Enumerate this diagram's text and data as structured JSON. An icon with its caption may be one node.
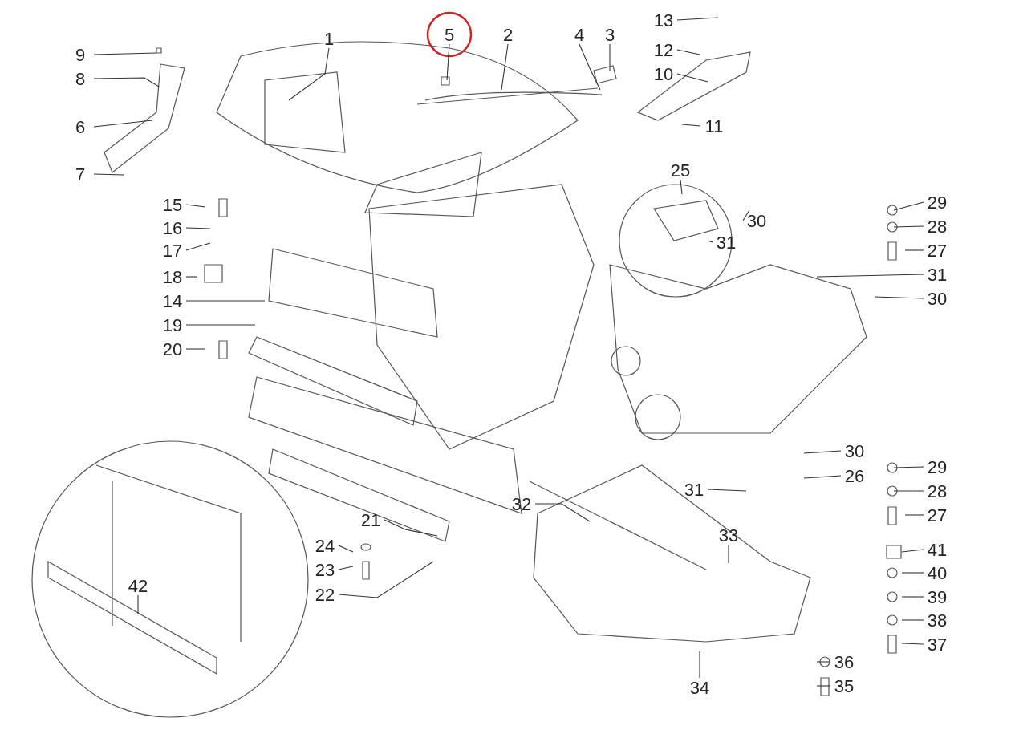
{
  "diagram": {
    "nodes": [
      {
        "text": [
          "1"
        ]
      },
      {
        "text": [
          "5"
        ]
      },
      {
        "text": [
          "2"
        ]
      },
      {
        "text": [
          "4"
        ]
      },
      {
        "text": [
          "3"
        ]
      },
      {
        "text": [
          "13"
        ]
      },
      {
        "text": [
          "9"
        ]
      },
      {
        "text": [
          "12"
        ]
      },
      {
        "text": [
          "8"
        ]
      },
      {
        "text": [
          "10"
        ]
      },
      {
        "text": [
          "6"
        ]
      },
      {
        "text": [
          "11"
        ]
      },
      {
        "text": [
          "7"
        ]
      },
      {
        "text": [
          "25"
        ]
      },
      {
        "text": [
          "15"
        ]
      },
      {
        "text": [
          "29"
        ]
      },
      {
        "text": [
          "30"
        ]
      },
      {
        "text": [
          "16"
        ]
      },
      {
        "text": [
          "28"
        ]
      },
      {
        "text": [
          "17"
        ]
      },
      {
        "text": [
          "27"
        ]
      },
      {
        "text": [
          "31"
        ]
      },
      {
        "text": [
          "18"
        ]
      },
      {
        "text": [
          "31"
        ]
      },
      {
        "text": [
          "14"
        ]
      },
      {
        "text": [
          "30"
        ]
      },
      {
        "text": [
          "19"
        ]
      },
      {
        "text": [
          "20"
        ]
      },
      {
        "text": [
          "30"
        ]
      },
      {
        "text": [
          "29"
        ]
      },
      {
        "text": [
          "26"
        ]
      },
      {
        "text": [
          "31"
        ]
      },
      {
        "text": [
          "28"
        ]
      },
      {
        "text": [
          "32"
        ]
      },
      {
        "text": [
          "27"
        ]
      },
      {
        "text": [
          "21"
        ]
      },
      {
        "text": [
          "33"
        ]
      },
      {
        "text": [
          "24"
        ]
      },
      {
        "text": [
          "41"
        ]
      },
      {
        "text": [
          "23"
        ]
      },
      {
        "text": [
          "40"
        ]
      },
      {
        "text": [
          "42"
        ]
      },
      {
        "text": [
          "22"
        ]
      },
      {
        "text": [
          "39"
        ]
      },
      {
        "text": [
          "38"
        ]
      },
      {
        "text": [
          "37"
        ]
      },
      {
        "text": [
          "36"
        ]
      },
      {
        "text": [
          "34"
        ]
      },
      {
        "text": [
          "35"
        ]
      }
    ],
    "edges": [
      {
        "from": 0,
        "to": null,
        "arrow": "none"
      },
      {
        "from": 1,
        "to": null,
        "arrow": "none"
      },
      {
        "from": 2,
        "to": null,
        "arrow": "none"
      },
      {
        "from": 3,
        "to": null,
        "arrow": "none"
      },
      {
        "from": 4,
        "to": null,
        "arrow": "none"
      },
      {
        "from": 5,
        "to": null,
        "arrow": "none"
      },
      {
        "from": 6,
        "to": null,
        "arrow": "none"
      },
      {
        "from": 7,
        "to": null,
        "arrow": "none"
      },
      {
        "from": 8,
        "to": null,
        "arrow": "none"
      },
      {
        "from": 9,
        "to": null,
        "arrow": "none"
      },
      {
        "from": 10,
        "to": null,
        "arrow": "none"
      },
      {
        "from": 11,
        "to": null,
        "arrow": "none"
      },
      {
        "from": 12,
        "to": null,
        "arrow": "none"
      },
      {
        "from": 13,
        "to": null,
        "arrow": "none"
      },
      {
        "from": 14,
        "to": null,
        "arrow": "none"
      },
      {
        "from": 15,
        "to": null,
        "arrow": "none"
      },
      {
        "from": 16,
        "to": null,
        "arrow": "none"
      },
      {
        "from": 17,
        "to": null,
        "arrow": "none"
      },
      {
        "from": 18,
        "to": null,
        "arrow": "none"
      },
      {
        "from": 19,
        "to": null,
        "arrow": "none"
      },
      {
        "from": 20,
        "to": null,
        "arrow": "none"
      },
      {
        "from": 21,
        "to": null,
        "arrow": "none"
      },
      {
        "from": 22,
        "to": null,
        "arrow": "none"
      },
      {
        "from": 23,
        "to": null,
        "arrow": "none"
      },
      {
        "from": 24,
        "to": null,
        "arrow": "none"
      },
      {
        "from": 25,
        "to": null,
        "arrow": "none"
      },
      {
        "from": 26,
        "to": null,
        "arrow": "none"
      },
      {
        "from": 27,
        "to": null,
        "arrow": "none"
      },
      {
        "from": 28,
        "to": null,
        "arrow": "none"
      },
      {
        "from": 29,
        "to": null,
        "arrow": "none"
      },
      {
        "from": 30,
        "to": null,
        "arrow": "none"
      },
      {
        "from": 31,
        "to": null,
        "arrow": "none"
      },
      {
        "from": 32,
        "to": null,
        "arrow": "none"
      },
      {
        "from": 33,
        "to": null,
        "arrow": "none"
      },
      {
        "from": 34,
        "to": null,
        "arrow": "none"
      },
      {
        "from": 35,
        "to": null,
        "arrow": "none"
      },
      {
        "from": 36,
        "to": null,
        "arrow": "none"
      },
      {
        "from": 37,
        "to": null,
        "arrow": "none"
      },
      {
        "from": 38,
        "to": null,
        "arrow": "none"
      },
      {
        "from": 39,
        "to": null,
        "arrow": "none"
      },
      {
        "from": 40,
        "to": null,
        "arrow": "none"
      },
      {
        "from": 41,
        "to": null,
        "arrow": "none"
      },
      {
        "from": 42,
        "to": null,
        "arrow": "none"
      },
      {
        "from": 43,
        "to": null,
        "arrow": "none"
      },
      {
        "from": 44,
        "to": null,
        "arrow": "none"
      },
      {
        "from": 45,
        "to": null,
        "arrow": "none"
      },
      {
        "from": 46,
        "to": null,
        "arrow": "none"
      },
      {
        "from": 47,
        "to": null,
        "arrow": "none"
      },
      {
        "from": 48,
        "to": null,
        "arrow": "none"
      }
    ]
  }
}
